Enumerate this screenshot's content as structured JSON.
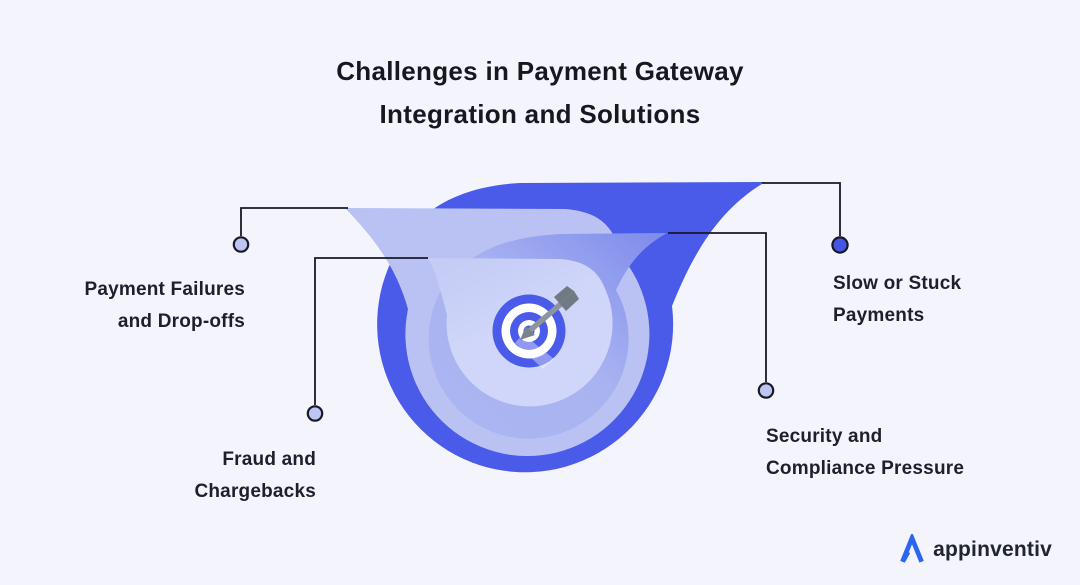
{
  "title": {
    "line1": "Challenges in Payment Gateway",
    "line2": "Integration and Solutions"
  },
  "callouts": {
    "payment_failures": {
      "line1": "Payment Failures",
      "line2": "and Drop-offs"
    },
    "fraud_chargebacks": {
      "line1": "Fraud and",
      "line2": "Chargebacks"
    },
    "slow_stuck": {
      "line1": "Slow or Stuck",
      "line2": "Payments"
    },
    "security_compliance": {
      "line1": "Security and",
      "line2": "Compliance Pressure"
    }
  },
  "logo": {
    "text": "appinventiv"
  },
  "colors": {
    "background": "#F4F5FC",
    "primary_blue": "#4B5BE9",
    "lavender": "#BAC2F3",
    "medium_blue": "#7F8CEC",
    "lightest_lavender": "#CFD6F9",
    "connector_line": "#181826",
    "dot_fill_light": "#BDC5F2",
    "dot_fill_blue": "#4456E6",
    "arrow_gray": "#8C959D",
    "fletch_gray": "#6F7A84",
    "logo_blue": "#2B66F3",
    "text_dark": "#1D1F2B"
  }
}
